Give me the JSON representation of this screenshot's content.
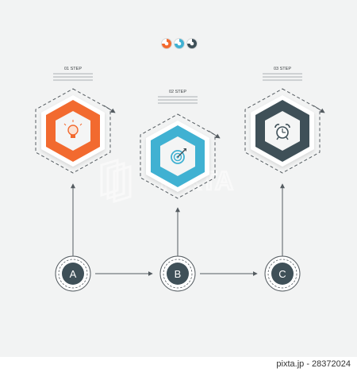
{
  "colors": {
    "orange": "#f26a2f",
    "blue": "#40b1d2",
    "dark": "#3f5058",
    "line": "#545b60",
    "background": "#f2f3f3"
  },
  "legend_dots": [
    {
      "color": "#f26a2f"
    },
    {
      "color": "#40b1d2"
    },
    {
      "color": "#3f5058"
    }
  ],
  "steps": [
    {
      "title": "01 STEP",
      "color": "#f26a2f",
      "icon": "lightbulb-icon"
    },
    {
      "title": "02 STEP",
      "color": "#40b1d2",
      "icon": "target-icon"
    },
    {
      "title": "03 STEP",
      "color": "#3f5058",
      "icon": "alarm-clock-icon"
    }
  ],
  "nodes": [
    {
      "label": "A"
    },
    {
      "label": "B"
    },
    {
      "label": "C"
    }
  ],
  "watermark": {
    "text": "PIXTA"
  },
  "footer": {
    "text": "pixta.jp - 28372024"
  }
}
